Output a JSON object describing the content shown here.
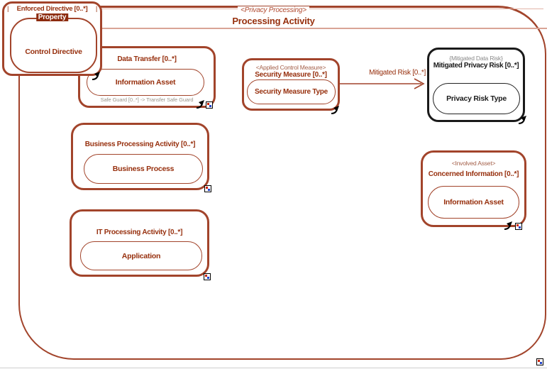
{
  "colors": {
    "accent": "#A2442B",
    "text_red": "#97300E",
    "stereotype_brown": "#A4604A",
    "separator_pink": "#D9A496",
    "gray_text": "#8A8A8A",
    "note_gray": "#9A958B",
    "black": "#1A1A1A",
    "selection_highlight": "#8C2B0E"
  },
  "container": {
    "stereotype": "<Privacy Processing>",
    "title": "Processing Activity"
  },
  "enforced_directive": {
    "tick_left": "|",
    "label": "Enforced Directive [0..*]",
    "tick_right": "|",
    "selected_property": "Property",
    "type_name": "Control Directive"
  },
  "data_transfer": {
    "label": "Data Transfer [0..*]",
    "type_name": "Information Asset",
    "note": "Safe Guard [0..*] -> Transfer Safe Guard"
  },
  "business_processing": {
    "label": "Business Processing Activity [0..*]",
    "type_name": "Business Process"
  },
  "it_processing": {
    "label": "IT Processing Activity [0..*]",
    "type_name": "Application"
  },
  "security_measure": {
    "stereotype": "<Applied Control Measure>",
    "label": "Security Measure [0..*]",
    "type_name": "Security Measure Type"
  },
  "relation": {
    "label": "Mitigated Risk [0..*]"
  },
  "mitigated_privacy_risk": {
    "stereotype": "{Mitigated Data Risk}",
    "label": "Mitigated Privacy Risk [0..*]",
    "type_name": "Privacy Risk Type"
  },
  "concerned_information": {
    "stereotype": "<Involved Asset>",
    "label": "Concerned Information [0..*]",
    "type_name": "Information Asset"
  }
}
